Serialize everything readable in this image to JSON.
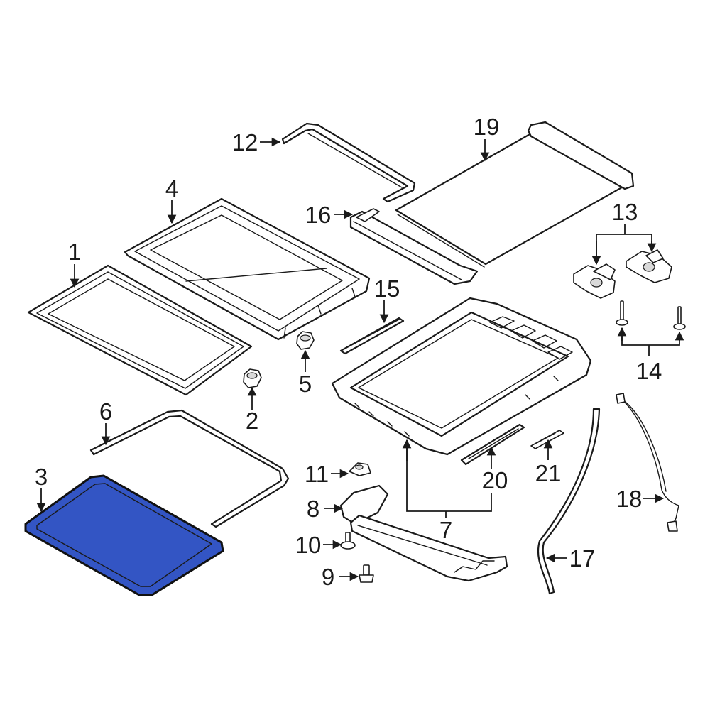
{
  "diagram": {
    "highlight_color": "#3355c4",
    "callouts": {
      "c1": "1",
      "c2": "2",
      "c3": "3",
      "c4": "4",
      "c5": "5",
      "c6": "6",
      "c7": "7",
      "c8": "8",
      "c9": "9",
      "c10": "10",
      "c11": "11",
      "c12": "12",
      "c13": "13",
      "c14": "14",
      "c15": "15",
      "c16": "16",
      "c17": "17",
      "c18": "18",
      "c19": "19",
      "c20": "20",
      "c21": "21"
    }
  }
}
